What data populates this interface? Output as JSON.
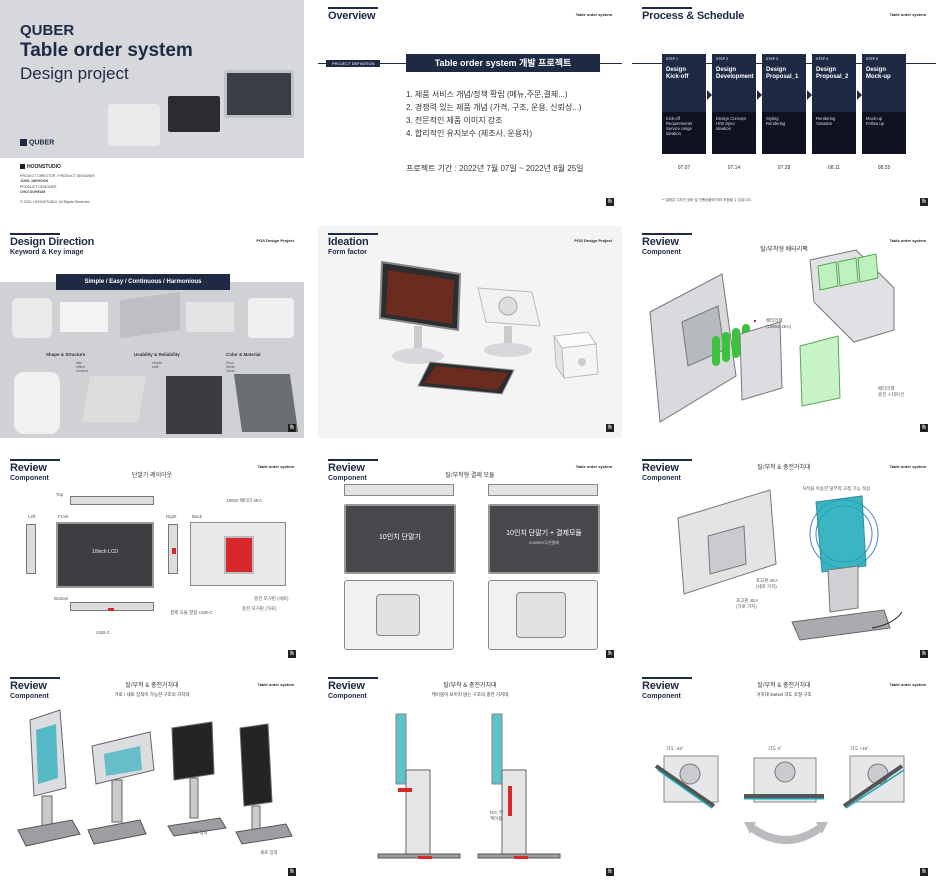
{
  "cover": {
    "brand": "QUBER",
    "title": "Table order system",
    "subtitle": "Design project",
    "logo": "QUBER",
    "studio": "HOONSTUDIO",
    "role1": "PROJECT DIRECTOR  /  PRODUCT DESIGNER",
    "name1": "JUNG JAEHOON",
    "role2": "PRODUCT DESIGNER",
    "name2": "CHOI DOHEUM",
    "copyright": "© 2022, HOONSTUDIO. All Rights Reserved."
  },
  "overview": {
    "title": "Overview",
    "tag": "Table order system",
    "definition": "PROJECT DEFINITION",
    "box": "Table order system 개발 프로젝트",
    "items": [
      "1.  제품 서비스 개념/정책 확립 (메뉴,주문,결제...)",
      "2.  경쟁력 있는 제품 개념 (가격, 구조, 운용, 신뢰성...)",
      "3.  전문적인 제품 이미지 강조",
      "4.  합리적인 유지보수 (제조사, 운용자)"
    ],
    "period": "프로젝트 기간 : 2022년 7월 07일 ~ 2022년 8월 25일"
  },
  "process": {
    "title": "Process & Schedule",
    "tag": "Table order system",
    "steps": [
      {
        "label": "STEP 1",
        "name": "Design\nKick-off",
        "desc": "Kick-off\nRequirements\nService range\nIdeation",
        "date": "07.07"
      },
      {
        "label": "STEP 2",
        "name": "Design\nDevelopment",
        "desc": "Design Concept\nH/W Spec\nIdeation",
        "date": "07.14"
      },
      {
        "label": "STEP 3",
        "name": "Design\nProposal_1",
        "desc": "Styling\nRendering",
        "date": "07.28"
      },
      {
        "label": "STEP 4",
        "name": "Design\nProposal_2",
        "desc": "Rendering\nVariation",
        "date": "08.11"
      },
      {
        "label": "STEP 5",
        "name": "Design\nMock-up",
        "desc": "Mock-up\nFollow up",
        "date": "08.25"
      }
    ],
    "note": "** 일정은 디자인 검토 및 진행상황에 따라 조정될 수 있습니다."
  },
  "direction": {
    "title": "Design Direction",
    "subtitle": "Keyword & Key image",
    "tag": "POS Design Project",
    "keywords": "Simple  /  Easy  /  Continuous  /  Harmonious",
    "col1": "Shape & Structure",
    "col1sub": "slim\noffline\nmodern",
    "col2": "Usability & Reliability",
    "col2sub": "simple\nsafe",
    "col3": "Color & Material",
    "col3sub": "Fluor\nWhite\nClean"
  },
  "ideation": {
    "title": "Ideation",
    "subtitle": "Form factor",
    "tag": "POS Design Project"
  },
  "review1": {
    "title": "Review",
    "subtitle": "Component",
    "tag": "Table order system",
    "heading": "탈/부착형 배터리팩",
    "cap1": "배터리팩\n(18650 4EA)",
    "cap2": "배터리팩\n충전 스테이션"
  },
  "review2": {
    "title": "Review",
    "subtitle": "Component",
    "tag": "Table order system",
    "heading": "단말기 레이아웃",
    "top": "Top",
    "left": "Left",
    "front": "Front",
    "right": "Right",
    "back": "Back",
    "bottom": "Bottom",
    "lcd": "10inch LCD",
    "battery": "18650 배터리 4EA",
    "usb": "USB-C",
    "module": "결제 모듈 결합 USB-C",
    "chg1": "충전 포거핀 (세로)",
    "chg2": "충전 포거핀 (가로)"
  },
  "review3": {
    "title": "Review",
    "subtitle": "Component",
    "tag": "Table order system",
    "heading": "탈/부착형 결제 모듈",
    "left_screen": "10인치 단말기",
    "right_screen": "10인치 단말기 + 결제모듈",
    "right_sub": "IC/MSR/무선결제"
  },
  "review4": {
    "title": "Review",
    "subtitle": "Component",
    "tag": "Table order system",
    "heading": "탈/부착 & 충전거치대",
    "note": "자석을 이용한 탈부착 고정 기능 적용",
    "cap1": "포고핀 4EA\n(세로 거치)",
    "cap2": "포고핀 4EA\n(가로 거치)"
  },
  "review5": {
    "title": "Review",
    "subtitle": "Component",
    "tag": "Table order system",
    "heading": "탈/부착 & 충전거치대",
    "sub": "가로 / 세로 장착이 가능한 구조의 거치대",
    "cap1": "가로 장착",
    "cap2": "세로 장착"
  },
  "review6": {
    "title": "Review",
    "subtitle": "Component",
    "heading": "탈/부착 & 충전거치대",
    "sub": "케이블이 보이지 않는 구조의 충전 거치대",
    "cap": "D/C 케\n케이블"
  },
  "review7": {
    "title": "Review",
    "subtitle": "Component",
    "tag": "Table order system",
    "heading": "탈/부착 & 충전거치대",
    "sub": "거치대 Swivel 각도 조절 구조",
    "a1": "각도 -45˚",
    "a2": "각도 0˚",
    "a3": "각도 +45˚"
  },
  "colors": {
    "navy": "#1e2a44",
    "teal": "#19a9b8",
    "red": "#d9282b",
    "green": "#3cc23c"
  }
}
